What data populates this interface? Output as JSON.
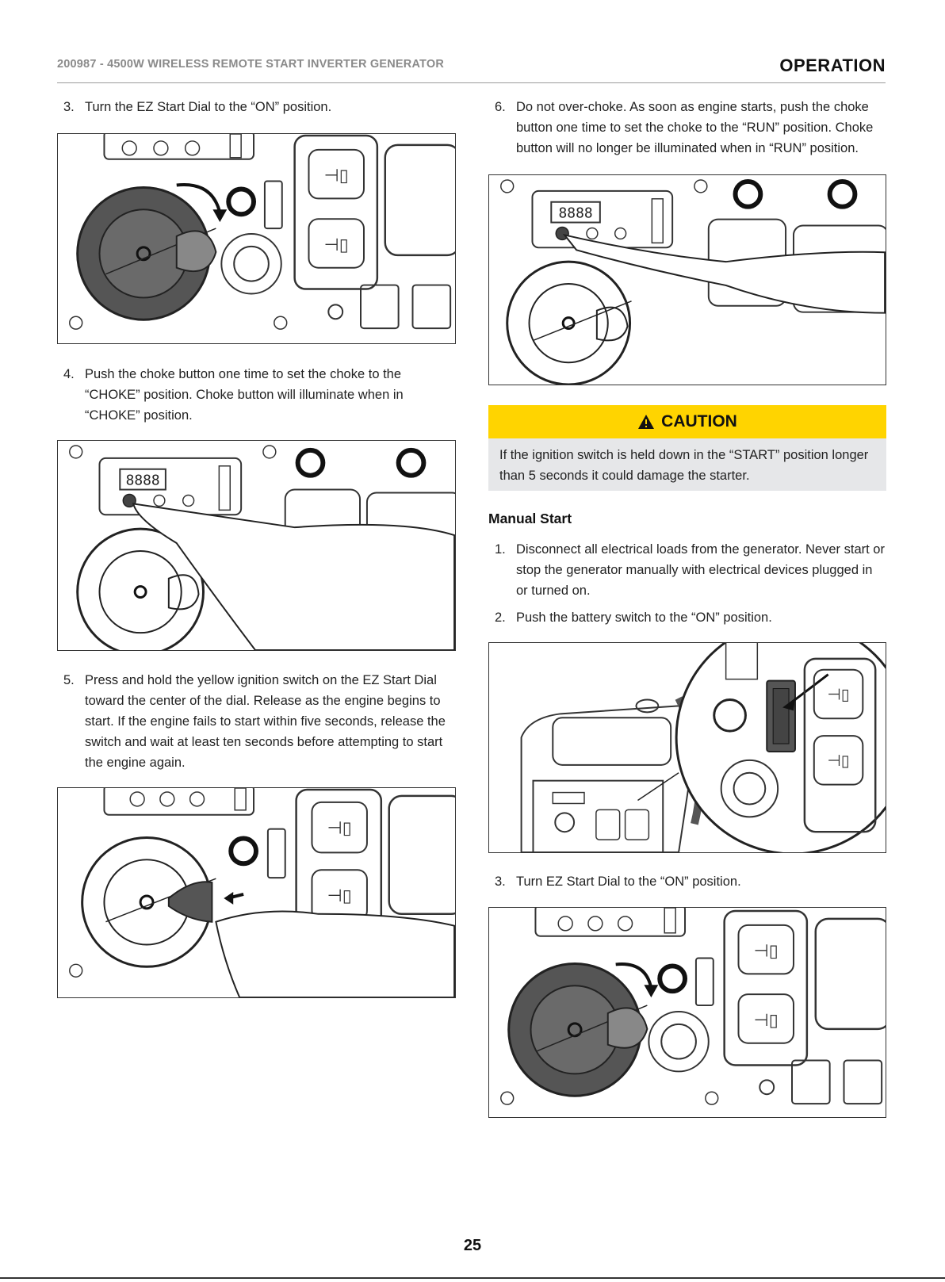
{
  "header": {
    "doc_title": "200987 - 4500W WIRELESS REMOTE START INVERTER GENERATOR",
    "section": "OPERATION"
  },
  "left_column": {
    "steps": [
      {
        "number": "3.",
        "text": "Turn the EZ Start Dial to the “ON” position."
      },
      {
        "number": "4.",
        "text": "Push the choke button one time to set the choke to the “CHOKE” position. Choke button will illuminate when in “CHOKE” position."
      },
      {
        "number": "5.",
        "text": "Press and hold the yellow ignition switch on the EZ Start Dial toward the center of the dial. Release as the engine begins to start. If the engine fails to start within five seconds, release the switch and wait at least ten seconds before attempting to start the engine again."
      }
    ]
  },
  "right_column": {
    "step6": {
      "number": "6.",
      "text": "Do not over-choke. As soon as engine starts, push the choke button one time to set the choke to the “RUN” position. Choke button will no longer be illuminated when in “RUN” position."
    },
    "caution": {
      "icon": "warning-triangle-icon",
      "label": "CAUTION",
      "text": "If the ignition switch is held down in the “START” position longer than 5 seconds it could damage the starter."
    },
    "manual_start": {
      "title": "Manual Start",
      "steps": [
        {
          "number": "1.",
          "text": "Disconnect all electrical loads from the generator. Never start or stop the generator manually with electrical devices plugged in or turned on."
        },
        {
          "number": "2.",
          "text": "Push the battery switch to the “ON” position."
        },
        {
          "number": "3.",
          "text": "Turn EZ Start Dial to the “ON” position."
        }
      ]
    }
  },
  "display_digits": "8888",
  "colors": {
    "caution_yellow": "#ffd400",
    "caution_gray": "#e6e7e9",
    "dial_dark": "#555555"
  },
  "page_number": "25"
}
